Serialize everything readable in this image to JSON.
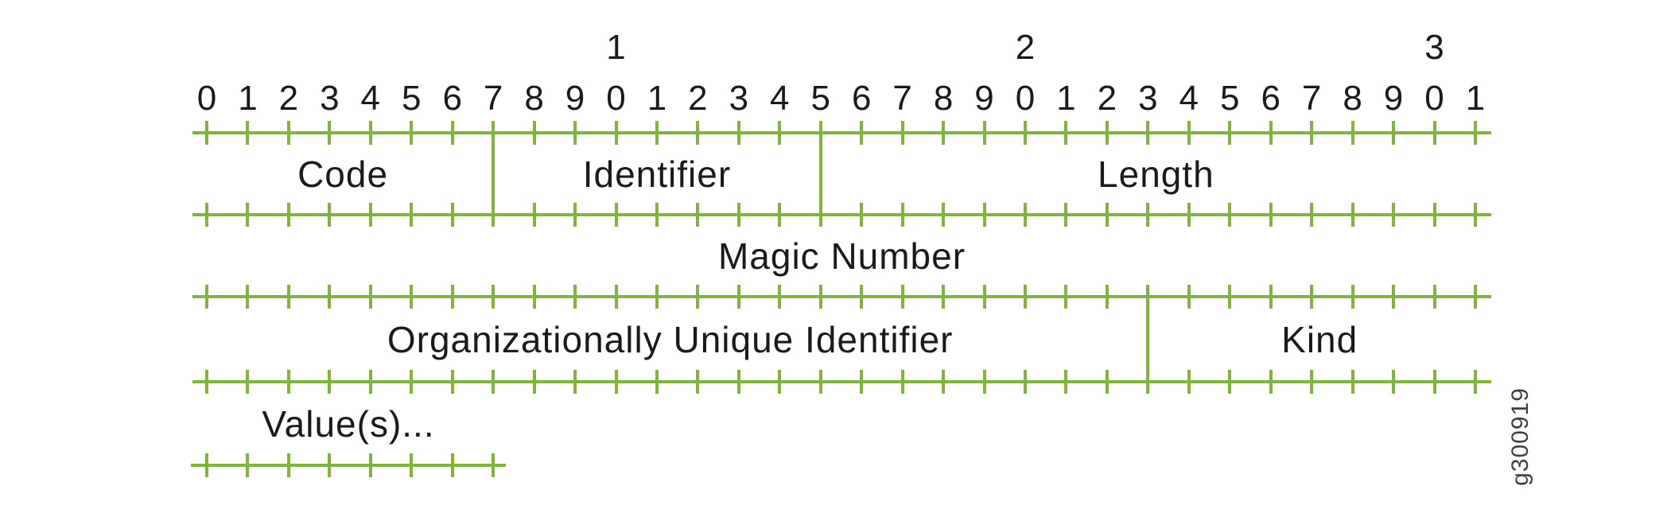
{
  "figure": {
    "kind": "packet-field-bit-diagram",
    "colors": {
      "accent": "#80b43c",
      "text": "#1a1a1a",
      "watermark": "#3f3f3f",
      "background": "#ffffff"
    },
    "bit_scale": {
      "decades": [
        {
          "label": "1",
          "bit": 10
        },
        {
          "label": "2",
          "bit": 20
        },
        {
          "label": "3",
          "bit": 30
        }
      ],
      "bits": [
        "0",
        "1",
        "2",
        "3",
        "4",
        "5",
        "6",
        "7",
        "8",
        "9",
        "0",
        "1",
        "2",
        "3",
        "4",
        "5",
        "6",
        "7",
        "8",
        "9",
        "0",
        "1",
        "2",
        "3",
        "4",
        "5",
        "6",
        "7",
        "8",
        "9",
        "0",
        "1"
      ]
    },
    "rows": [
      {
        "fields": [
          {
            "label": "Code",
            "bits": [
              0,
              7
            ]
          },
          {
            "label": "Identifier",
            "bits": [
              8,
              15
            ]
          },
          {
            "label": "Length",
            "bits": [
              16,
              31
            ]
          }
        ]
      },
      {
        "fields": [
          {
            "label": "Magic Number",
            "bits": [
              0,
              31
            ]
          }
        ]
      },
      {
        "fields": [
          {
            "label": "Organizationally Unique Identifier",
            "bits": [
              0,
              23
            ]
          },
          {
            "label": "Kind",
            "bits": [
              24,
              31
            ]
          }
        ]
      },
      {
        "partial": true,
        "fields": [
          {
            "label": "Value(s)...",
            "bits": [
              0,
              7
            ]
          }
        ]
      }
    ],
    "watermark": {
      "text": "g300919"
    }
  }
}
